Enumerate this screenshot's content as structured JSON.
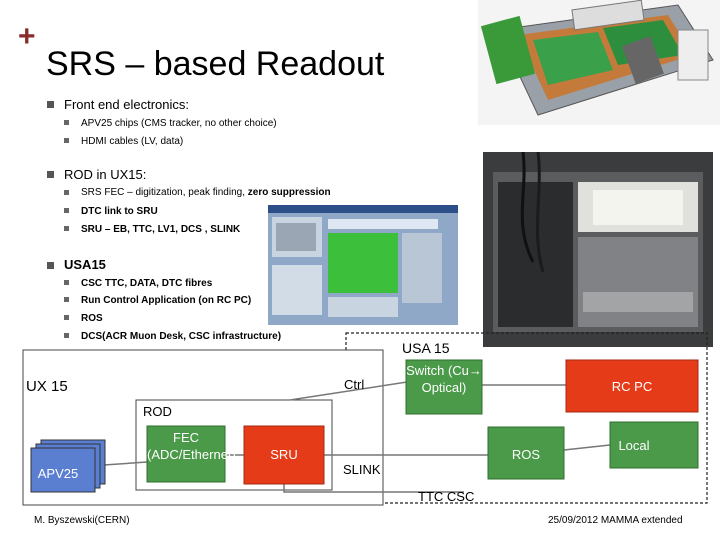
{
  "slide": {
    "title": "SRS – based Readout",
    "bullets": {
      "front_end": "Front end electronics:",
      "apv25": "APV25 chips (CMS tracker, no other choice)",
      "hdmi": "HDMI cables (LV, data)",
      "rod": "ROD in UX15:",
      "srs_fec_plain": "SRS FEC – digitization, peak finding, ",
      "srs_fec_bold": "zero suppression",
      "dtc_link": "DTC link to SRU",
      "sru_line": "SRU – EB, TTC, LV1,  DCS , SLINK",
      "usa15": "USA15",
      "csc_ttc": "CSC TTC, DATA, DTC fibres",
      "run_control": "Run Control Application (on RC PC)",
      "ros": "ROS",
      "dcs": "DCS(ACR Muon Desk, CSC infrastructure)"
    },
    "footer": {
      "author": "M. Byszewski(CERN)",
      "date": "25/09/2012 MAMMA extended"
    }
  },
  "diagram": {
    "usa15_label": "USA 15",
    "ux15_label": "UX 15",
    "ctrl": "Ctrl",
    "rod": "ROD",
    "fec": "FEC (ADC/Ethernet)",
    "sru": "SRU",
    "apv25": "APV25",
    "switch": "Switch (Cu→ Optical)",
    "rc_pc": "RC PC",
    "ros": "ROS",
    "local": "Local",
    "slink": "SLINK",
    "ttc_csc": "TTC CSC"
  },
  "colors": {
    "plus": "#8b2a2a",
    "fec_fill": "#4a9a4a",
    "sru_fill": "#e53b18",
    "ros_fill": "#4a9a4a",
    "local_fill": "#4a9a4a",
    "switch_fill": "#4a9a4a",
    "rcpc_fill": "#e53b18",
    "apv_fill": "#5b7fd0"
  }
}
